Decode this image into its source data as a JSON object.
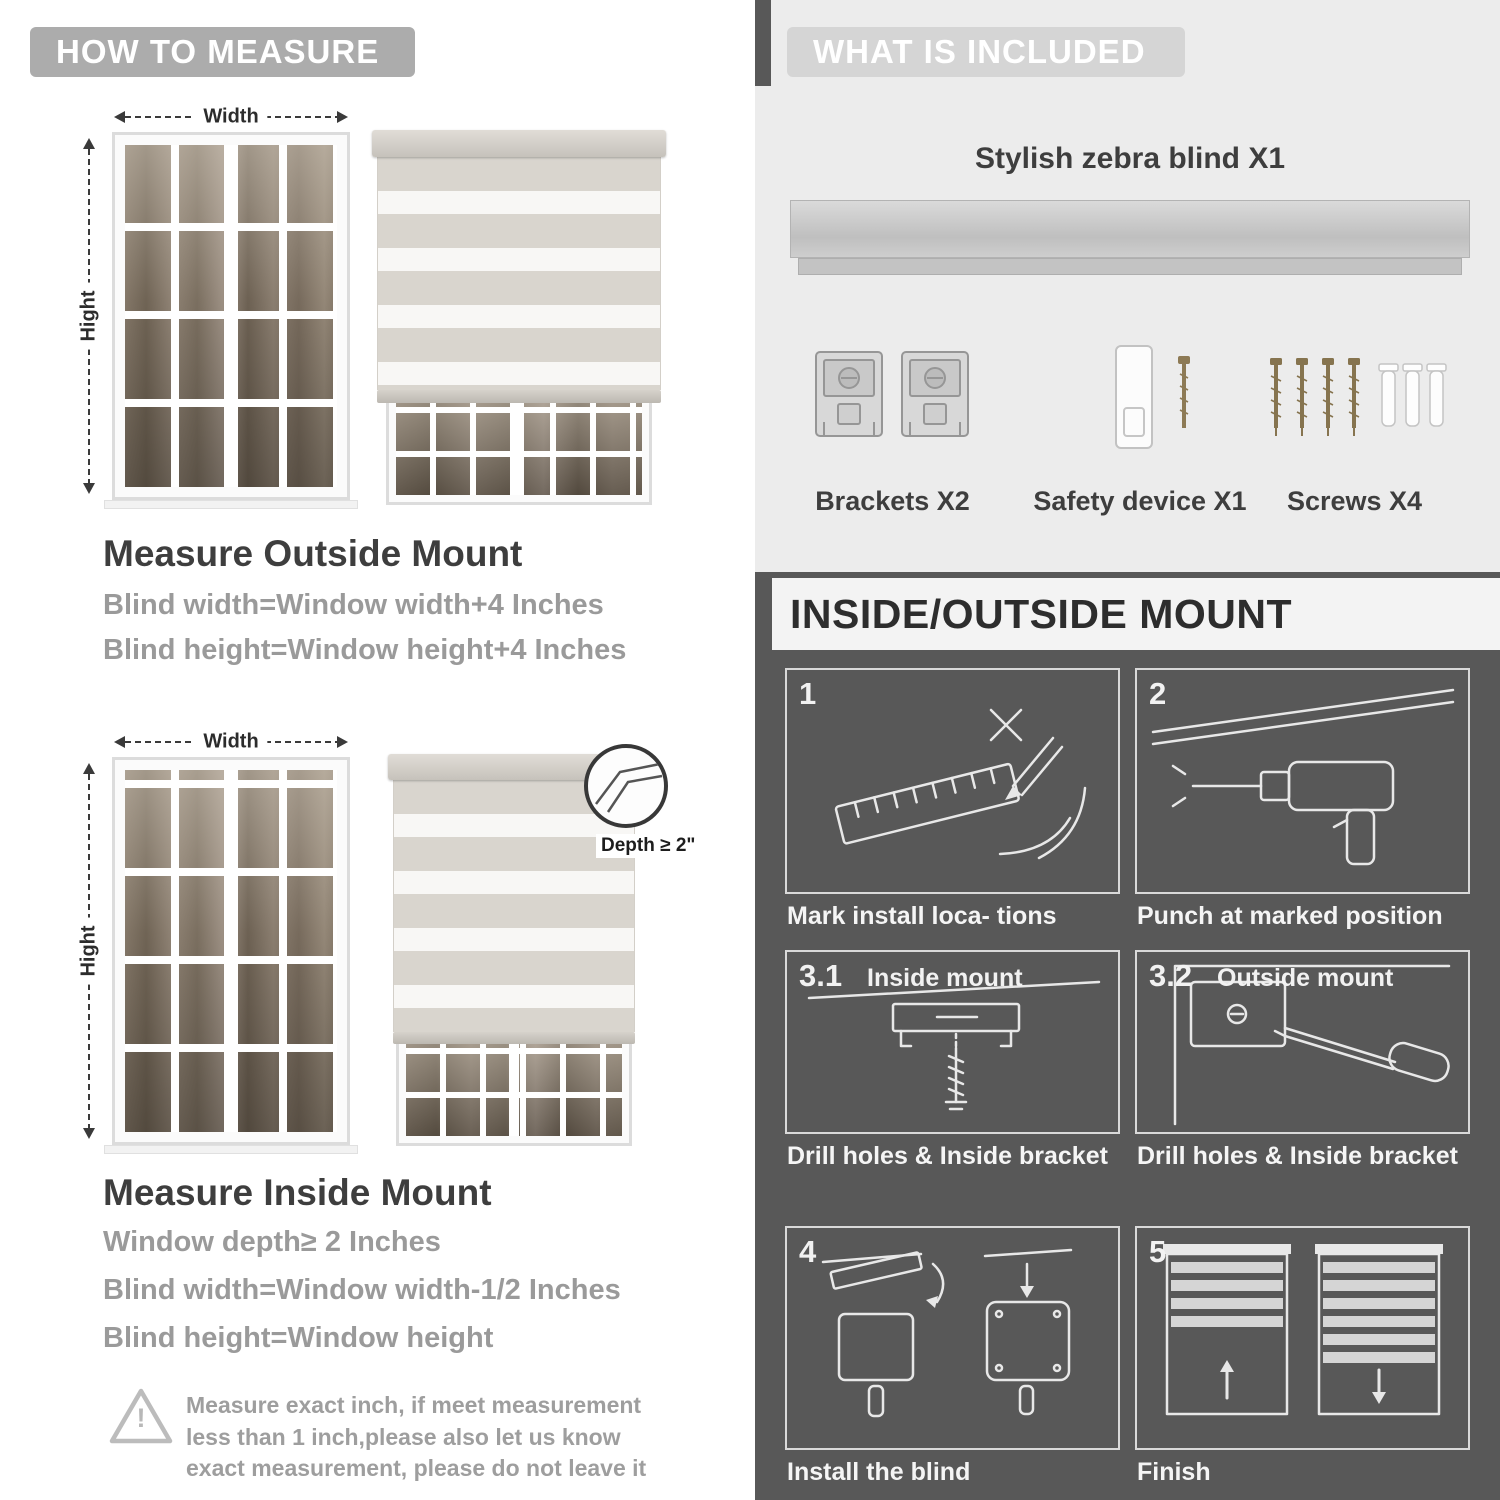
{
  "colors": {
    "header_pill_left": "#acacac",
    "header_pill_right": "#d5d5d5",
    "light_section_bg": "#ececec",
    "dark_section_bg": "#585858",
    "heading_text": "#3e3e3e",
    "muted_text": "#9a9a9a"
  },
  "left": {
    "header": "HOW TO MEASURE",
    "outside": {
      "width_label": "Width",
      "height_label": "Hight",
      "title": "Measure Outside Mount",
      "lines": [
        "Blind width=Window width+4 Inches",
        "Blind height=Window height+4 Inches"
      ]
    },
    "inside": {
      "width_label": "Width",
      "height_label": "Hight",
      "depth_label": "Depth ≥ 2\"",
      "title": "Measure Inside Mount",
      "lines": [
        "Window depth≥ 2 Inches",
        "Blind width=Window width-1/2 Inches",
        "Blind height=Window height"
      ]
    },
    "warning_mark": "!",
    "note": "Measure exact inch, if meet measurement less than 1 inch,please also let us know exact measurement, please do not leave it"
  },
  "right": {
    "included": {
      "header": "WHAT IS INCLUDED",
      "blind_label": "Stylish zebra blind X1",
      "items": [
        {
          "label": "Brackets X2"
        },
        {
          "label": "Safety device X1"
        },
        {
          "label": "Screws X4"
        }
      ]
    },
    "mount": {
      "header": "INSIDE/OUTSIDE MOUNT",
      "steps": [
        {
          "num": "1",
          "caption": "Mark install loca- tions"
        },
        {
          "num": "2",
          "caption": "Punch at  marked position"
        },
        {
          "num": "3.1",
          "tag": "Inside mount",
          "caption": "Drill holes &  Inside bracket"
        },
        {
          "num": "3.2",
          "tag": "Outside mount",
          "caption": "Drill holes &  Inside bracket"
        },
        {
          "num": "4",
          "caption": "Install the blind"
        },
        {
          "num": "5",
          "caption": "Finish"
        }
      ]
    }
  }
}
